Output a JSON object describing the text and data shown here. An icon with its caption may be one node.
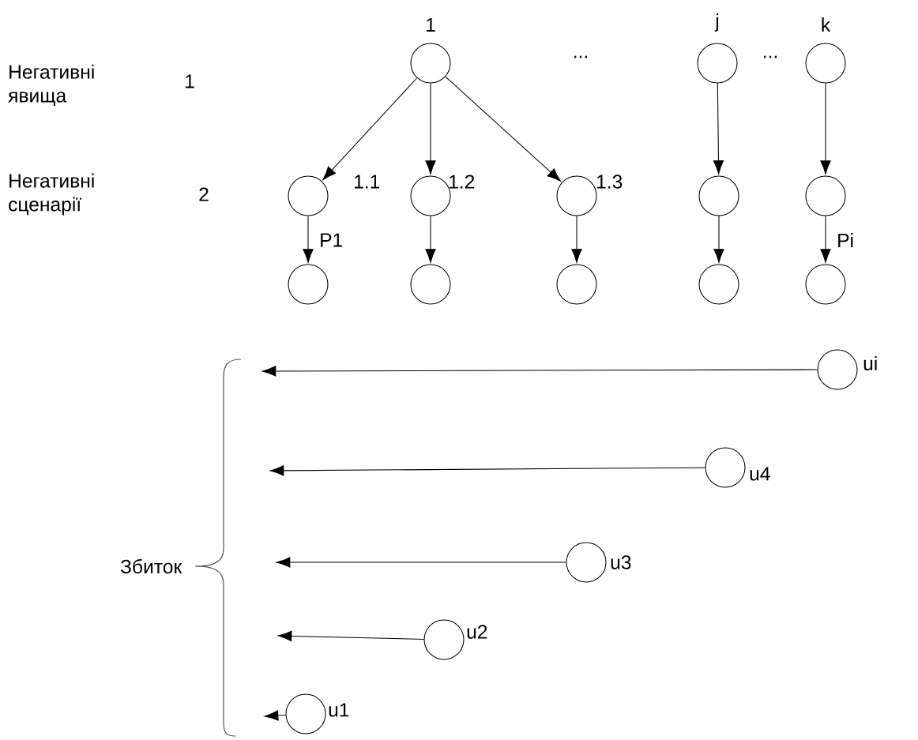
{
  "diagram": {
    "nodes": [
      {
        "text": [],
        "shape": "circle",
        "beside": [
          "1"
        ]
      },
      {
        "text": [],
        "shape": "circle",
        "beside": [
          "j"
        ]
      },
      {
        "text": [],
        "shape": "circle",
        "beside": [
          "k"
        ]
      },
      {
        "text": [],
        "shape": "circle",
        "beside": [
          "1.1"
        ]
      },
      {
        "text": [],
        "shape": "circle",
        "beside": [
          "1.2"
        ]
      },
      {
        "text": [],
        "shape": "circle",
        "beside": [
          "1.3"
        ]
      },
      {
        "text": [],
        "shape": "circle"
      },
      {
        "text": [],
        "shape": "circle"
      },
      {
        "text": [],
        "shape": "circle"
      },
      {
        "text": [],
        "shape": "circle"
      },
      {
        "text": [],
        "shape": "circle"
      },
      {
        "text": [],
        "shape": "circle"
      },
      {
        "text": [],
        "shape": "circle"
      },
      {
        "text": [],
        "shape": "circle",
        "beside": [
          "ui"
        ]
      },
      {
        "text": [],
        "shape": "circle",
        "beside": [
          "u4"
        ]
      },
      {
        "text": [],
        "shape": "circle",
        "beside": [
          "u3"
        ]
      },
      {
        "text": [],
        "shape": "circle",
        "beside": [
          "u2"
        ]
      },
      {
        "text": [],
        "shape": "circle",
        "beside": [
          "u1"
        ]
      }
    ],
    "edges": [
      {
        "from": 0,
        "to": 3,
        "arrow": "to"
      },
      {
        "from": 0,
        "to": 4,
        "arrow": "to"
      },
      {
        "from": 0,
        "to": 5,
        "arrow": "to"
      },
      {
        "from": 1,
        "to": 6,
        "arrow": "to"
      },
      {
        "from": 2,
        "to": 7,
        "arrow": "to"
      },
      {
        "from": 3,
        "to": 8,
        "arrow": "to",
        "label": "P1"
      },
      {
        "from": 4,
        "to": 9,
        "arrow": "to"
      },
      {
        "from": 5,
        "to": 10,
        "arrow": "to"
      },
      {
        "from": 6,
        "to": 11,
        "arrow": "to"
      },
      {
        "from": 7,
        "to": 12,
        "arrow": "to",
        "label": "Pi"
      },
      {
        "from": 13,
        "to": null,
        "arrow": "to"
      },
      {
        "from": 14,
        "to": null,
        "arrow": "to"
      },
      {
        "from": 15,
        "to": null,
        "arrow": "to"
      },
      {
        "from": 16,
        "to": null,
        "arrow": "to"
      },
      {
        "from": 17,
        "to": null,
        "arrow": "to"
      }
    ],
    "labels": [
      "Негативні явища",
      "1",
      "...",
      "...",
      "Негативні сценарії",
      "2",
      "Збиток"
    ]
  }
}
